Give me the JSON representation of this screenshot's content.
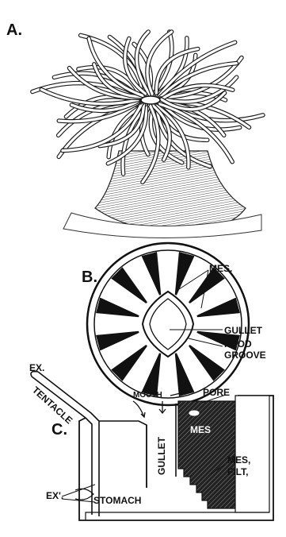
{
  "panel_a": {
    "label": "A."
  },
  "panel_b": {
    "label": "B.",
    "labels": {
      "mes": "MES.",
      "gullet": "GULLET",
      "food": "FOOD",
      "groove": "GROOVE"
    }
  },
  "panel_c": {
    "label": "C.",
    "labels": {
      "ex": "EX.",
      "tentacle": "TENTACLE",
      "mouth": "MOUTH",
      "pore": "PORE",
      "gullet": "GULLET",
      "mes": "MES",
      "mes_filt_1": "MES,",
      "mes_filt_2": "FILT,",
      "ex_prime": "EX'.",
      "stomach": "STOMACH"
    }
  }
}
